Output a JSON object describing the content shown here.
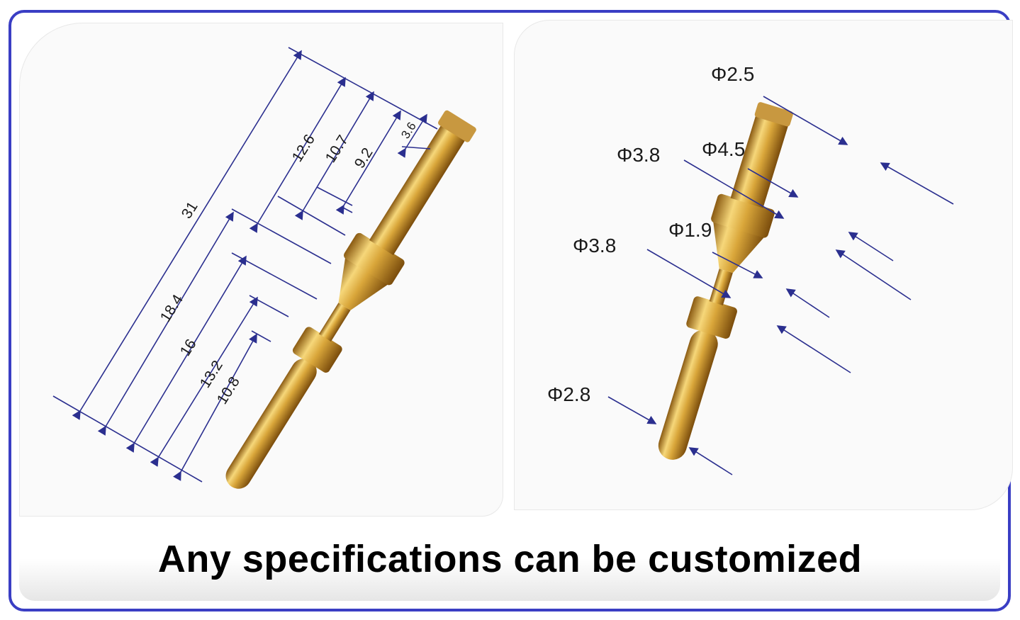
{
  "left_diagram": {
    "lengths": [
      "31",
      "18.4",
      "16",
      "13.2",
      "10.8",
      "12.6",
      "10.7",
      "9.2",
      "3.6"
    ]
  },
  "right_diagram": {
    "diameters": [
      "Φ2.5",
      "Φ3.8",
      "Φ4.5",
      "Φ1.9",
      "Φ3.8",
      "Φ2.8"
    ]
  },
  "caption": "Any specifications can be customized",
  "colors": {
    "frame": "#3a3ec4",
    "dimension_line": "#2b2f8f",
    "pin_gold": "#d8a83a"
  }
}
